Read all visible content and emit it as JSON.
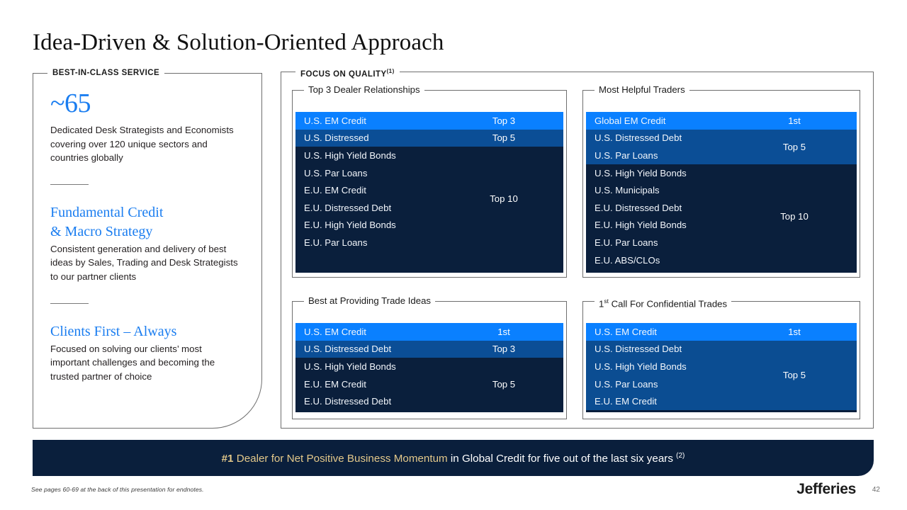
{
  "slide": {
    "title": "Idea-Driven & Solution-Oriented Approach",
    "page_number": "42",
    "brand": "Jefferies",
    "endnote": "See pages 60-69 at the back of this presentation for endnotes."
  },
  "colors": {
    "accent_blue": "#1a7df0",
    "tier1_blue": "#0a80ff",
    "tier2_blue": "#0b4e96",
    "navy": "#0a1f3c",
    "gold": "#e3c88a"
  },
  "left_panel": {
    "legend": "BEST-IN-CLASS SERVICE",
    "blocks": [
      {
        "stat": "~65",
        "body": "Dedicated Desk Strategists and Economists covering over 120 unique sectors and countries globally"
      },
      {
        "heading_line1": "Fundamental Credit",
        "heading_line2": "& Macro Strategy",
        "body": "Consistent generation and delivery of best ideas by Sales, Trading and Desk Strategists to our partner clients"
      },
      {
        "heading_line1": "Clients First – Always",
        "body": "Focused on solving our clients’ most important challenges and becoming the trusted partner of choice"
      }
    ]
  },
  "right_panel": {
    "legend": "FOCUS ON QUALITY",
    "legend_footnote": "(1)",
    "cards": [
      {
        "id": "dealer",
        "title": "Top 3 Dealer Relationships",
        "bands": [
          {
            "tier": "tier1",
            "rank": "Top 3",
            "rows": [
              "U.S. EM Credit"
            ]
          },
          {
            "tier": "tier2",
            "rank": "Top 5",
            "rows": [
              "U.S. Distressed"
            ]
          },
          {
            "tier": "tier3",
            "rank": "Top 10",
            "rows": [
              "U.S. High Yield Bonds",
              "U.S. Par Loans",
              "E.U. EM Credit",
              "E.U. Distressed Debt",
              "E.U. High Yield Bonds",
              "E.U. Par Loans"
            ]
          }
        ]
      },
      {
        "id": "traders",
        "title": "Most Helpful Traders",
        "bands": [
          {
            "tier": "tier1",
            "rank": "1st",
            "rows": [
              "Global EM Credit"
            ]
          },
          {
            "tier": "tier2",
            "rank": "Top 5",
            "rows": [
              "U.S. Distressed Debt",
              "U.S. Par Loans"
            ]
          },
          {
            "tier": "tier3",
            "rank": "Top 10",
            "rows": [
              "U.S. High Yield Bonds",
              "U.S. Municipals",
              "E.U. Distressed Debt",
              "E.U. High Yield Bonds",
              "E.U. Par Loans",
              "E.U. ABS/CLOs"
            ]
          }
        ]
      },
      {
        "id": "trade-ideas",
        "title": "Best at Providing Trade Ideas",
        "bands": [
          {
            "tier": "tier1",
            "rank": "1st",
            "rows": [
              "U.S. EM Credit"
            ]
          },
          {
            "tier": "tier2",
            "rank": "Top 3",
            "rows": [
              "U.S. Distressed Debt"
            ]
          },
          {
            "tier": "tier3",
            "rank": "Top 5",
            "rows": [
              "U.S. High Yield Bonds",
              "E.U. EM Credit",
              "E.U. Distressed Debt"
            ]
          }
        ]
      },
      {
        "id": "first-call",
        "title_prefix": "1",
        "title_sup": "st",
        "title_rest": " Call For Confidential Trades",
        "title": "1st Call For Confidential Trades",
        "bands": [
          {
            "tier": "tier1",
            "rank": "1st",
            "rows": [
              "U.S. EM Credit"
            ]
          },
          {
            "tier": "tier2b",
            "rank": "Top 5",
            "rows": [
              "U.S. Distressed Debt",
              "U.S. High Yield Bonds",
              "U.S. Par Loans",
              "E.U. EM Credit"
            ]
          }
        ]
      }
    ]
  },
  "banner": {
    "rank": "#1",
    "highlight": " Dealer for Net Positive Business Momentum",
    "rest": " in Global Credit for five out of the last six years ",
    "footnote": "(2)"
  }
}
